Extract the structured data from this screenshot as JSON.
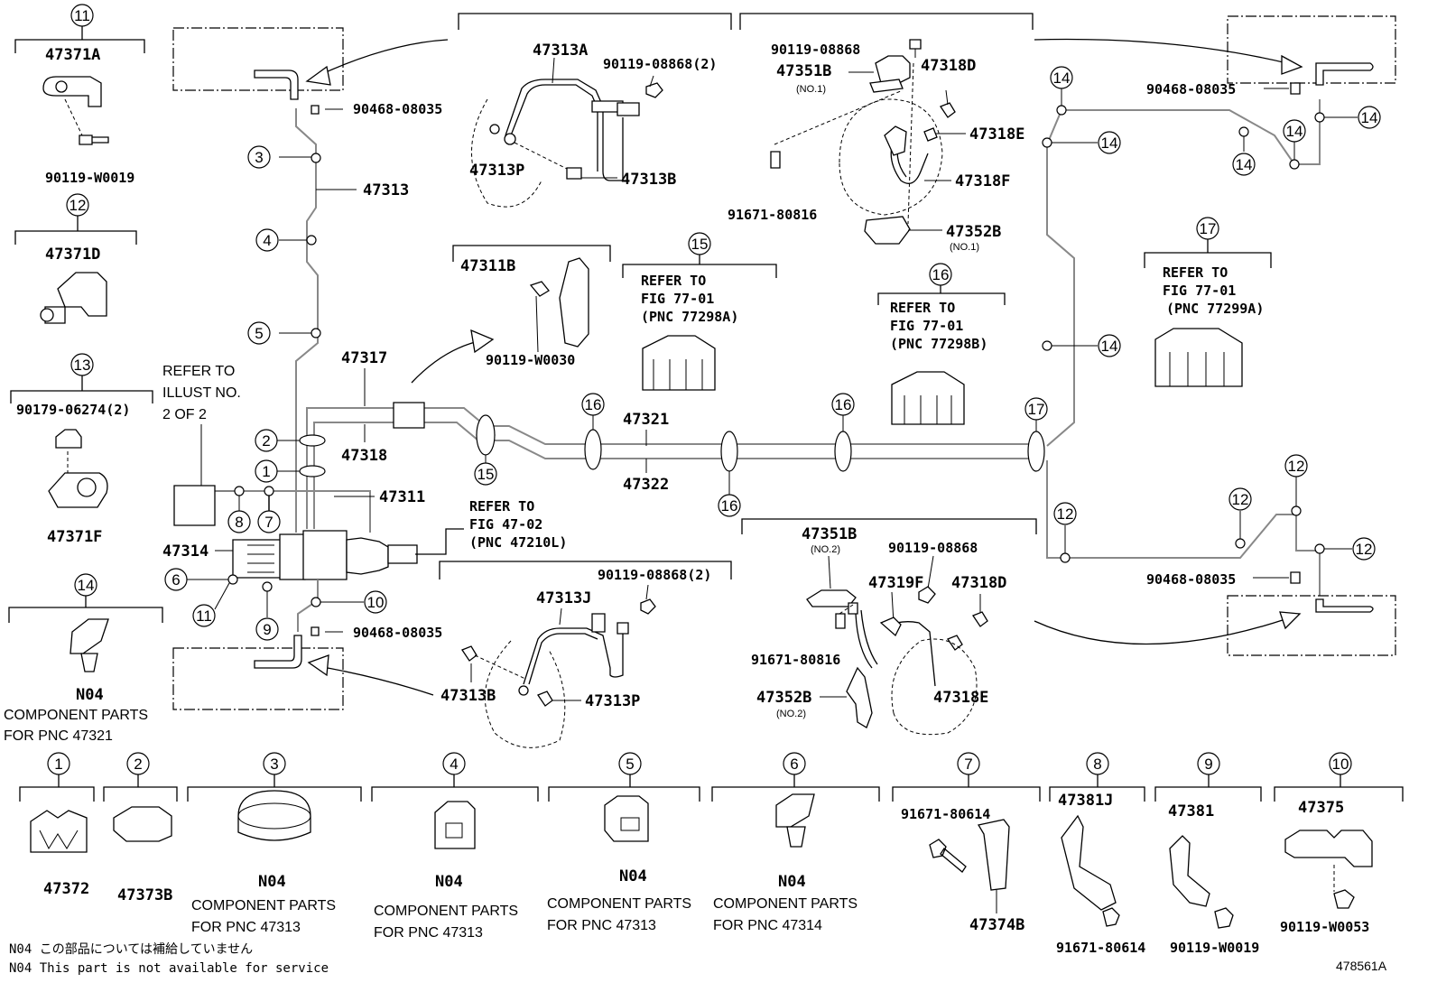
{
  "labels": {
    "p47371A": "47371A",
    "p90119W0019a": "90119-W0019",
    "p47371D": "47371D",
    "p90179": "90179-06274(2)",
    "p47371F": "47371F",
    "pN04a": "N04",
    "pComp47321a": "COMPONENT PARTS",
    "pComp47321b": "FOR PNC 47321",
    "p90468a": "90468-08035",
    "p47313": "47313",
    "p47313A": "47313A",
    "p90119_2a": "90119-08868(2)",
    "p47313Pa": "47313P",
    "p47313Ba": "47313B",
    "p90119top": "90119-08868",
    "p47351Ba": "47351B",
    "pNo1a": "(NO.1)",
    "p47318Da": "47318D",
    "p47318Ea": "47318E",
    "p47318F": "47318F",
    "p91671a": "91671-80816",
    "p47352Ba": "47352B",
    "pNo1b": "(NO.1)",
    "p90468b": "90468-08035",
    "p47311B": "47311B",
    "p90119W0030": "90119-W0030",
    "ref15a": "REFER TO",
    "ref15b": "FIG 77-01",
    "ref15c": "(PNC 77298A)",
    "ref16a": "REFER TO",
    "ref16b": "FIG 77-01",
    "ref16c": "(PNC 77298B)",
    "ref17a": "REFER TO",
    "ref17b": "FIG 77-01",
    "ref17c": "(PNC 77299A)",
    "refIllA": "REFER TO",
    "refIllB": "ILLUST NO.",
    "refIllC": "2 OF 2",
    "p47317": "47317",
    "p47318": "47318",
    "p47311": "47311",
    "p47314": "47314",
    "p47321": "47321",
    "p47322": "47322",
    "ref47a": "REFER TO",
    "ref47b": "FIG 47-02",
    "ref47c": "(PNC 47210L)",
    "p90468c": "90468-08035",
    "p47313J": "47313J",
    "p90119_2b": "90119-08868(2)",
    "p47313Bb": "47313B",
    "p47313Pb": "47313P",
    "p47351Bb": "47351B",
    "pNo2a": "(NO.2)",
    "p90119bot": "90119-08868",
    "p47319F": "47319F",
    "p47318Db": "47318D",
    "p91671b": "91671-80816",
    "p47352Bb": "47352B",
    "pNo2b": "(NO.2)",
    "p47318Eb": "47318E",
    "p90468d": "90468-08035",
    "p47372": "47372",
    "p47373B": "47373B",
    "pN04_3": "N04",
    "c3a": "COMPONENT PARTS",
    "c3b": "FOR PNC 47313",
    "pN04_4": "N04",
    "c4a": "COMPONENT PARTS",
    "c4b": "FOR PNC 47313",
    "pN04_5": "N04",
    "c5a": "COMPONENT PARTS",
    "c5b": "FOR PNC 47313",
    "pN04_6": "N04",
    "c6a": "COMPONENT PARTS",
    "c6b": "FOR PNC 47314",
    "p91671_80614a": "91671-80614",
    "p47374B": "47374B",
    "p47381J": "47381J",
    "p91671_80614b": "91671-80614",
    "p47381": "47381",
    "p90119W0019b": "90119-W0019",
    "p47375": "47375",
    "p90119W0053": "90119-W0053",
    "footJa": "N04 この部品については補給していません",
    "footEn": "N04 This part is not available for service",
    "illusCode": "478561A"
  },
  "callouts": {
    "n1": "1",
    "n2": "2",
    "n3": "3",
    "n4": "4",
    "n5": "5",
    "n6": "6",
    "n7": "7",
    "n8": "8",
    "n9": "9",
    "n10": "10",
    "n11": "11",
    "n12": "12",
    "n13": "13",
    "n14": "14",
    "n15": "15",
    "n16": "16",
    "n17": "17"
  }
}
